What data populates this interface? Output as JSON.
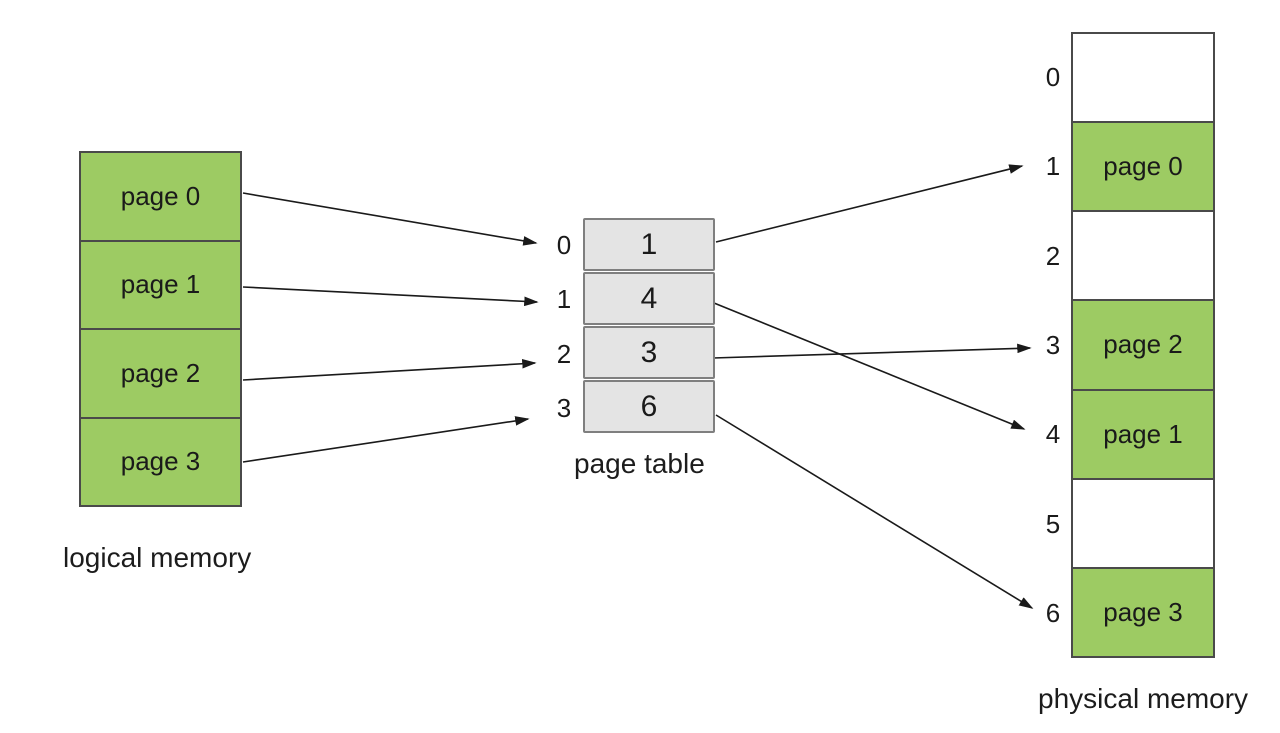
{
  "logical_memory": {
    "caption": "logical memory",
    "pages": [
      {
        "label": "page 0"
      },
      {
        "label": "page 1"
      },
      {
        "label": "page 2"
      },
      {
        "label": "page 3"
      }
    ]
  },
  "page_table": {
    "caption": "page table",
    "entries": [
      {
        "index": "0",
        "value": "1"
      },
      {
        "index": "1",
        "value": "4"
      },
      {
        "index": "2",
        "value": "3"
      },
      {
        "index": "3",
        "value": "6"
      }
    ]
  },
  "physical_memory": {
    "caption": "physical memory",
    "frames": [
      {
        "number": "0",
        "label": ""
      },
      {
        "number": "1",
        "label": "page 0"
      },
      {
        "number": "2",
        "label": ""
      },
      {
        "number": "3",
        "label": "page 2"
      },
      {
        "number": "4",
        "label": "page 1"
      },
      {
        "number": "5",
        "label": ""
      },
      {
        "number": "6",
        "label": "page 3"
      }
    ]
  },
  "colors": {
    "page_fill": "#9dcb63",
    "table_fill": "#e4e4e4",
    "table_border": "#7f7f7f",
    "box_border": "#4a4a4a",
    "arrow": "#1a1a1a"
  }
}
